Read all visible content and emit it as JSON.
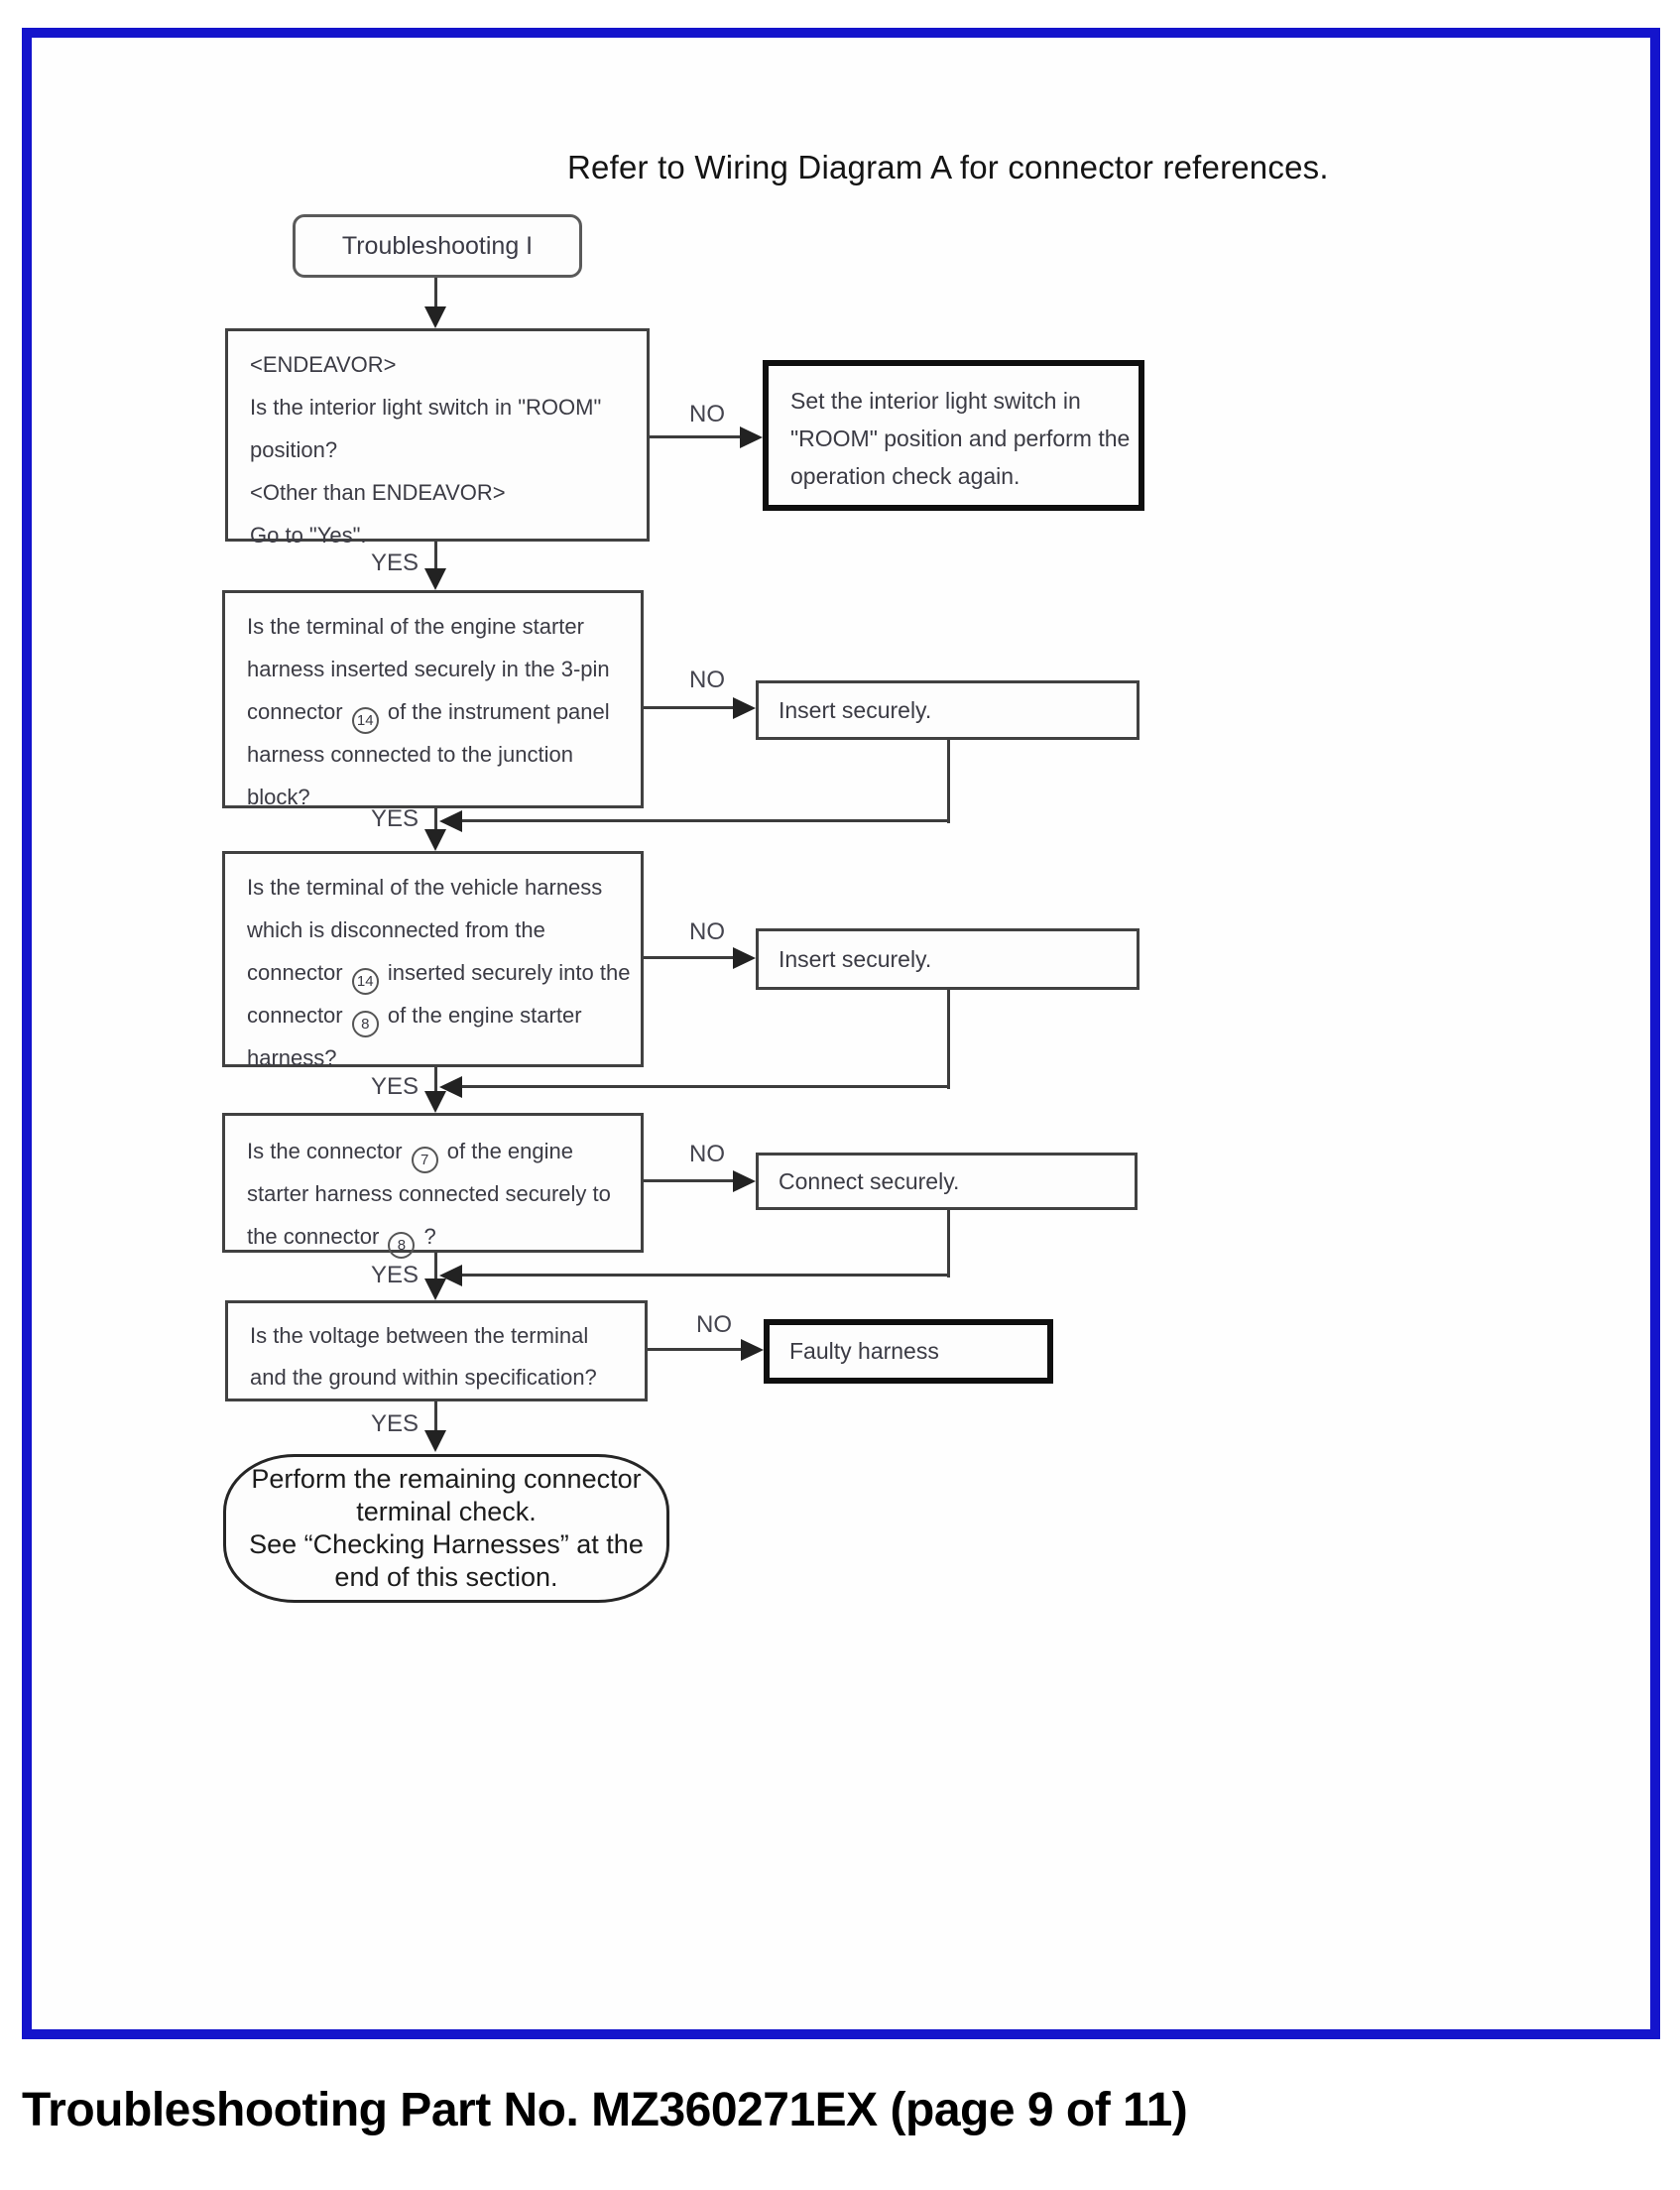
{
  "page": {
    "note": "Refer to Wiring Diagram A for connector references.",
    "caption": "Troubleshooting Part No. MZ360271EX (page 9 of 11)",
    "frame_color": "#1414cc"
  },
  "labels": {
    "yes": "YES",
    "no": "NO"
  },
  "flow": {
    "start": "Troubleshooting I",
    "steps": [
      {
        "question_lines": [
          "<ENDEAVOR>",
          "Is the interior light switch in \"ROOM\"",
          "position?",
          "<Other than ENDEAVOR>",
          "Go to \"Yes\"."
        ],
        "action_lines": [
          "Set the interior light switch in",
          "\"ROOM\" position and perform the",
          "operation check again."
        ]
      },
      {
        "question_lines": [
          "Is the terminal of the engine starter",
          "harness inserted securely in the 3-pin",
          [
            "connector ",
            {
              "c": "14"
            },
            " of the instrument panel"
          ],
          "harness connected to the junction",
          "block?"
        ],
        "action_lines": [
          "Insert securely."
        ]
      },
      {
        "question_lines": [
          "Is the terminal of the vehicle harness",
          "which is disconnected from the",
          [
            "connector ",
            {
              "c": "14"
            },
            " inserted securely into the"
          ],
          [
            "connector ",
            {
              "c": "8"
            },
            " of the engine starter"
          ],
          "harness?"
        ],
        "action_lines": [
          "Insert securely."
        ]
      },
      {
        "question_lines": [
          [
            "Is the connector ",
            {
              "c": "7"
            },
            " of the engine"
          ],
          "starter harness connected securely to",
          [
            "the connector ",
            {
              "c": "8"
            },
            " ?"
          ]
        ],
        "action_lines": [
          "Connect securely."
        ]
      },
      {
        "question_lines": [
          "Is the voltage between the terminal",
          "and the ground within specification?"
        ],
        "action_lines": [
          "Faulty harness"
        ]
      }
    ],
    "end_lines": [
      "Perform the remaining connector",
      "terminal check.",
      "See “Checking Harnesses” at the",
      "end of this section."
    ]
  }
}
